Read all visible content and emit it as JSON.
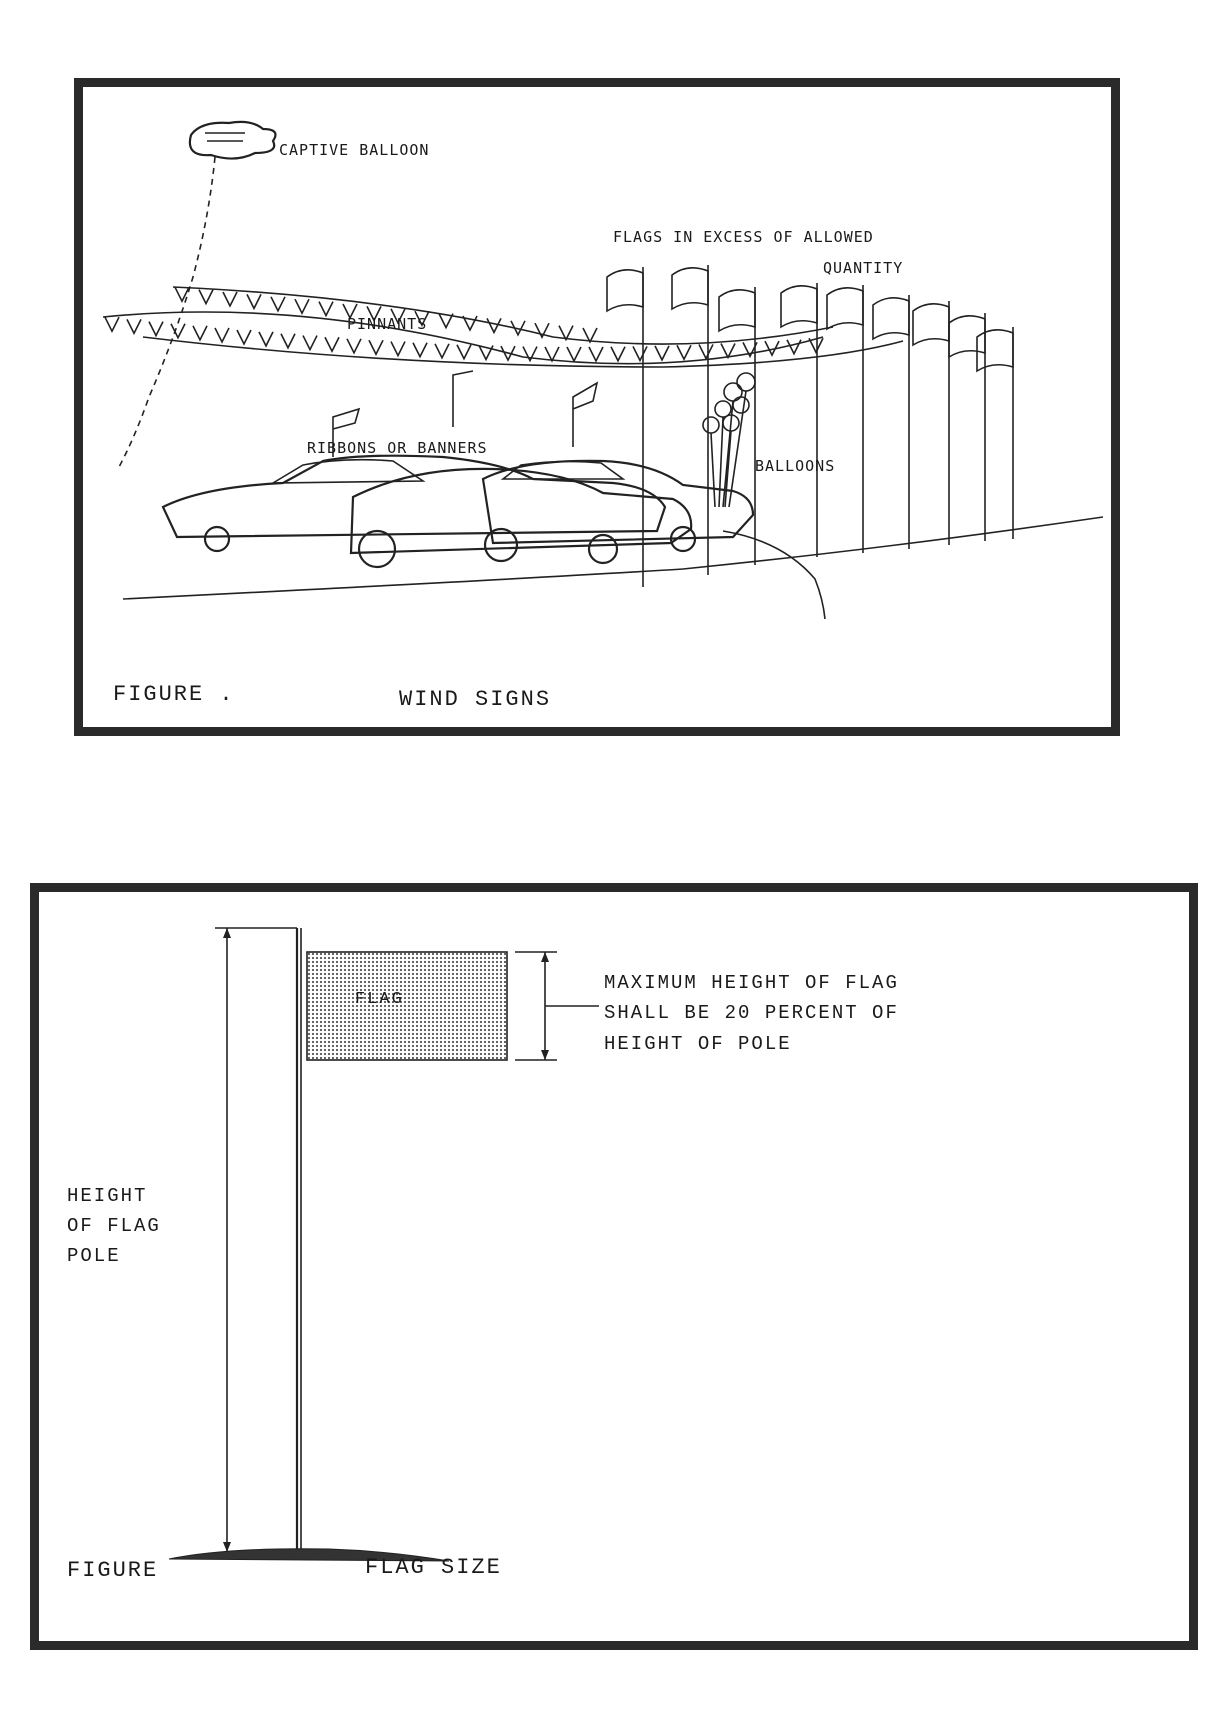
{
  "top_figure": {
    "captive_balloon_label": "CAPTIVE BALLOON",
    "pennants_label": "PINNANTS",
    "flags_excess_label_line1": "FLAGS IN EXCESS OF ALLOWED",
    "flags_excess_label_line2": "QUANTITY",
    "ribbons_label": "RIBBONS OR BANNERS",
    "balloons_label": "BALLOONS",
    "figure_label": "FIGURE .",
    "caption": "WIND SIGNS"
  },
  "bottom_figure": {
    "flag_label": "FLAG",
    "rule_line1": "MAXIMUM HEIGHT OF FLAG",
    "rule_line2": "SHALL BE 20 PERCENT OF",
    "rule_line3": "HEIGHT OF POLE",
    "pole_label_line1": "HEIGHT",
    "pole_label_line2": "OF FLAG",
    "pole_label_line3": "POLE",
    "figure_label": "FIGURE",
    "caption": "FLAG SIZE"
  }
}
